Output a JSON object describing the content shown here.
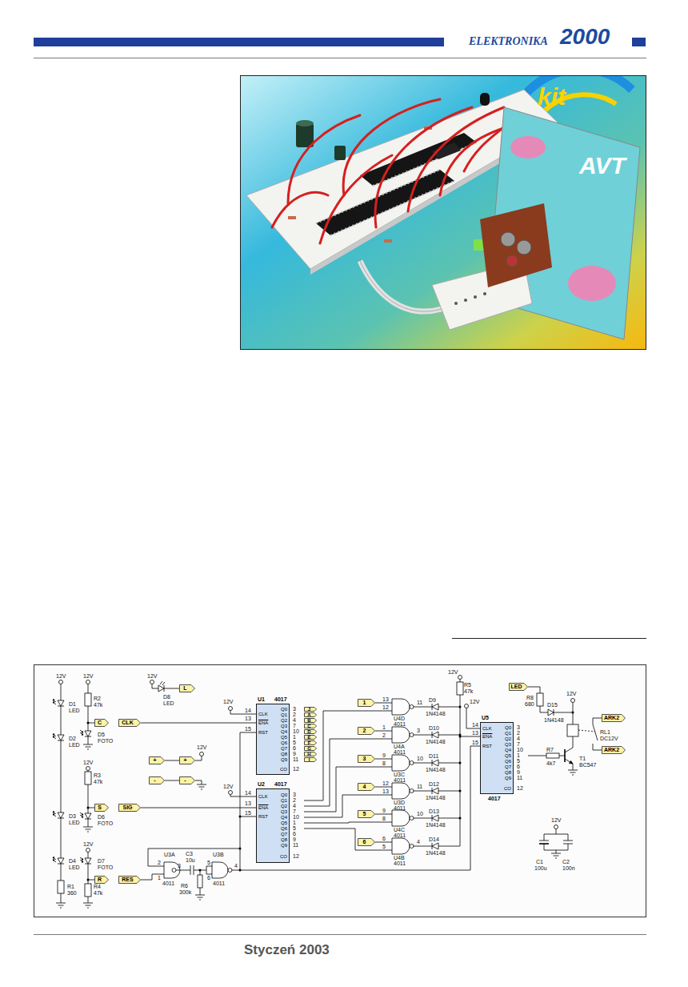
{
  "diagram": {
    "nodes": [
      {
        "text": [
          "C"
        ]
      },
      {
        "text": [
          "CLK"
        ]
      },
      {
        "text": [
          "L"
        ]
      },
      {
        "text": [
          "+"
        ]
      },
      {
        "text": [
          "+"
        ]
      },
      {
        "text": [
          "-"
        ]
      },
      {
        "text": [
          "-"
        ]
      },
      {
        "text": [
          "S"
        ]
      },
      {
        "text": [
          "SIG"
        ]
      },
      {
        "text": [
          "R"
        ]
      },
      {
        "text": [
          "RES"
        ]
      },
      {
        "text": [
          "U1",
          "4017",
          "CLK",
          "ENA",
          "RST",
          "Q0",
          "Q1",
          "Q2",
          "Q3",
          "Q4",
          "Q5",
          "Q6",
          "Q7",
          "Q8",
          "Q9",
          "CO"
        ]
      },
      {
        "text": [
          "J"
        ]
      },
      {
        "text": [
          "A"
        ]
      },
      {
        "text": [
          "B"
        ]
      },
      {
        "text": [
          "C"
        ]
      },
      {
        "text": [
          "D"
        ]
      },
      {
        "text": [
          "E"
        ]
      },
      {
        "text": [
          "F"
        ]
      },
      {
        "text": [
          "G"
        ]
      },
      {
        "text": [
          "H"
        ]
      },
      {
        "text": [
          "I"
        ]
      },
      {
        "text": [
          "U2",
          "4017",
          "CLK",
          "ENA",
          "RST",
          "Q0",
          "Q1",
          "Q2",
          "Q3",
          "Q4",
          "Q5",
          "Q6",
          "Q7",
          "Q8",
          "Q9",
          "CO"
        ]
      },
      {
        "text": [
          "1"
        ]
      },
      {
        "text": [
          "2"
        ]
      },
      {
        "text": [
          "3"
        ]
      },
      {
        "text": [
          "4"
        ]
      },
      {
        "text": [
          "5"
        ]
      },
      {
        "text": [
          "6"
        ]
      },
      {
        "text": [
          "U5",
          "4017",
          "CLK",
          "ENA",
          "RST",
          "Q0",
          "Q1",
          "Q2",
          "Q3",
          "Q4",
          "Q5",
          "Q6",
          "Q7",
          "Q8",
          "Q9",
          "CO"
        ]
      },
      {
        "text": [
          "LED"
        ]
      },
      {
        "text": [
          "ARK2"
        ]
      },
      {
        "text": [
          "ARK2"
        ]
      }
    ],
    "edges": [
      {
        "from": 1,
        "to": 11,
        "arrow": "none"
      },
      {
        "from": 8,
        "to": 22,
        "arrow": "none"
      }
    ],
    "labels": [
      "ELEKTRONIKA",
      "2000",
      "kit",
      "AVT",
      "Styczeń 2003",
      "12V",
      "D1",
      "LED",
      "D2",
      "LED",
      "D3",
      "LED",
      "D4",
      "LED",
      "R1",
      "360",
      "12V",
      "R2",
      "47k",
      "D5",
      "FOTO",
      "12V",
      "R3",
      "47k",
      "D6",
      "FOTO",
      "12V",
      "D7",
      "FOTO",
      "R4",
      "47k",
      "12V",
      "D8",
      "LED",
      "12V",
      "U3A",
      "2",
      "1",
      "3",
      "4011",
      "C3",
      "10u",
      "R6",
      "300k",
      "U3B",
      "5",
      "6",
      "4",
      "4011",
      "12V",
      "14",
      "13",
      "15",
      "3",
      "2",
      "4",
      "7",
      "10",
      "1",
      "5",
      "6",
      "9",
      "11",
      "12",
      "12V",
      "14",
      "13",
      "15",
      "3",
      "2",
      "4",
      "7",
      "10",
      "1",
      "5",
      "6",
      "9",
      "11",
      "12",
      "13",
      "12",
      "11",
      "U4D",
      "4011",
      "D9",
      "1N4148",
      "1",
      "2",
      "3",
      "U4A",
      "4011",
      "D10",
      "1N4148",
      "9",
      "8",
      "10",
      "U3C",
      "4011",
      "D11",
      "1N4148",
      "12",
      "13",
      "11",
      "U3D",
      "4011",
      "D12",
      "1N4148",
      "9",
      "8",
      "10",
      "U4C",
      "4011",
      "D13",
      "1N4148",
      "6",
      "5",
      "4",
      "U4B",
      "4011",
      "D14",
      "1N4148",
      "12V",
      "R5",
      "47k",
      "12V",
      "14",
      "13",
      "15",
      "3",
      "2",
      "4",
      "7",
      "10",
      "1",
      "5",
      "6",
      "9",
      "11",
      "12",
      "R8",
      "680",
      "D15",
      "1N4148",
      "12V",
      "RL1",
      "DC12V",
      "R7",
      "4k7",
      "T1",
      "BC547",
      "12V",
      "C1",
      "100u",
      "C2",
      "100n"
    ]
  }
}
